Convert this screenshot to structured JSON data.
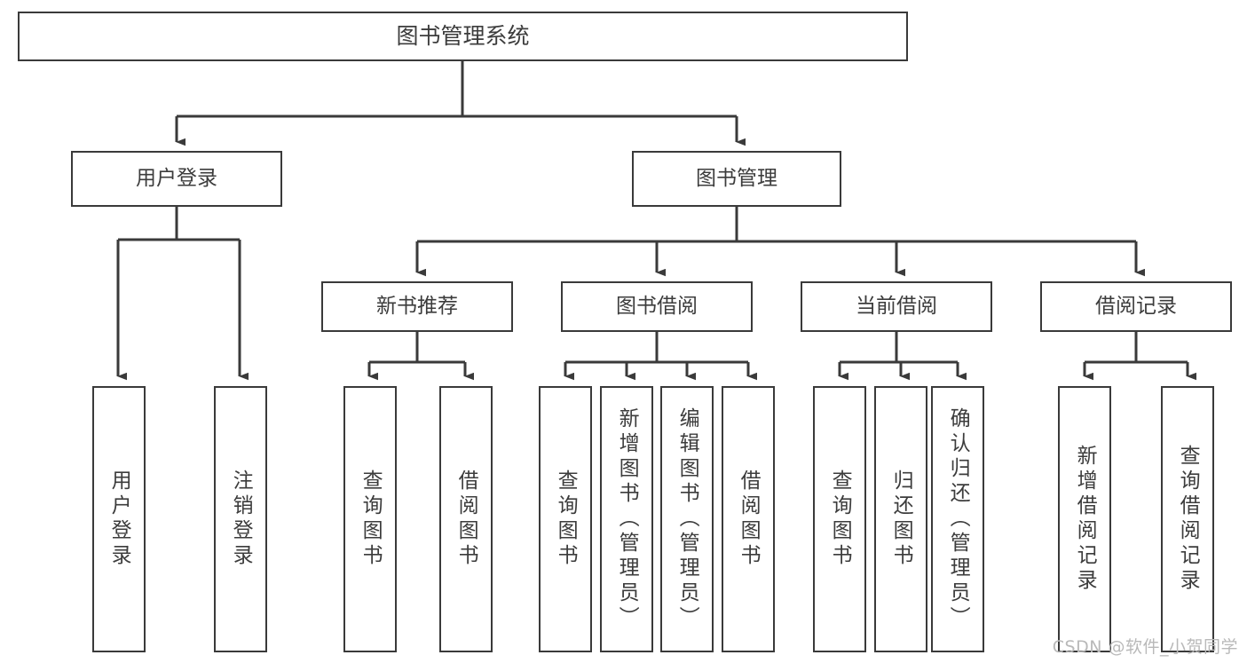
{
  "diagram": {
    "title": "图书管理系统",
    "type": "tree-hierarchy-chart",
    "colors": {
      "box_border": "#3a3a3a",
      "box_fill": "#ffffff",
      "edge": "#3a3a3a",
      "text": "#3c3c3c",
      "watermark": "#b9b9b9",
      "canvas": "#ffffff"
    },
    "nodes": {
      "root": {
        "label": "图书管理系统"
      },
      "level1": [
        {
          "label": "用户登录"
        },
        {
          "label": "图书管理"
        }
      ],
      "level2": [
        {
          "label": "新书推荐"
        },
        {
          "label": "图书借阅"
        },
        {
          "label": "当前借阅"
        },
        {
          "label": "借阅记录"
        }
      ],
      "leaves": {
        "user_login": [
          {
            "label": "用户登录"
          },
          {
            "label": "注销登录"
          }
        ],
        "new_book": [
          {
            "label": "查询图书"
          },
          {
            "label": "借阅图书"
          }
        ],
        "book_borrow": [
          {
            "label": "查询图书"
          },
          {
            "label": "新增图书（管理员）"
          },
          {
            "label": "编辑图书（管理员）"
          },
          {
            "label": "借阅图书"
          }
        ],
        "current_borrow": [
          {
            "label": "查询图书"
          },
          {
            "label": "归还图书"
          },
          {
            "label": "确认归还（管理员）"
          }
        ],
        "borrow_record": [
          {
            "label": "新增借阅记录"
          },
          {
            "label": "查询借阅记录"
          }
        ]
      }
    },
    "watermark": "CSDN @软件_小贺同学"
  }
}
